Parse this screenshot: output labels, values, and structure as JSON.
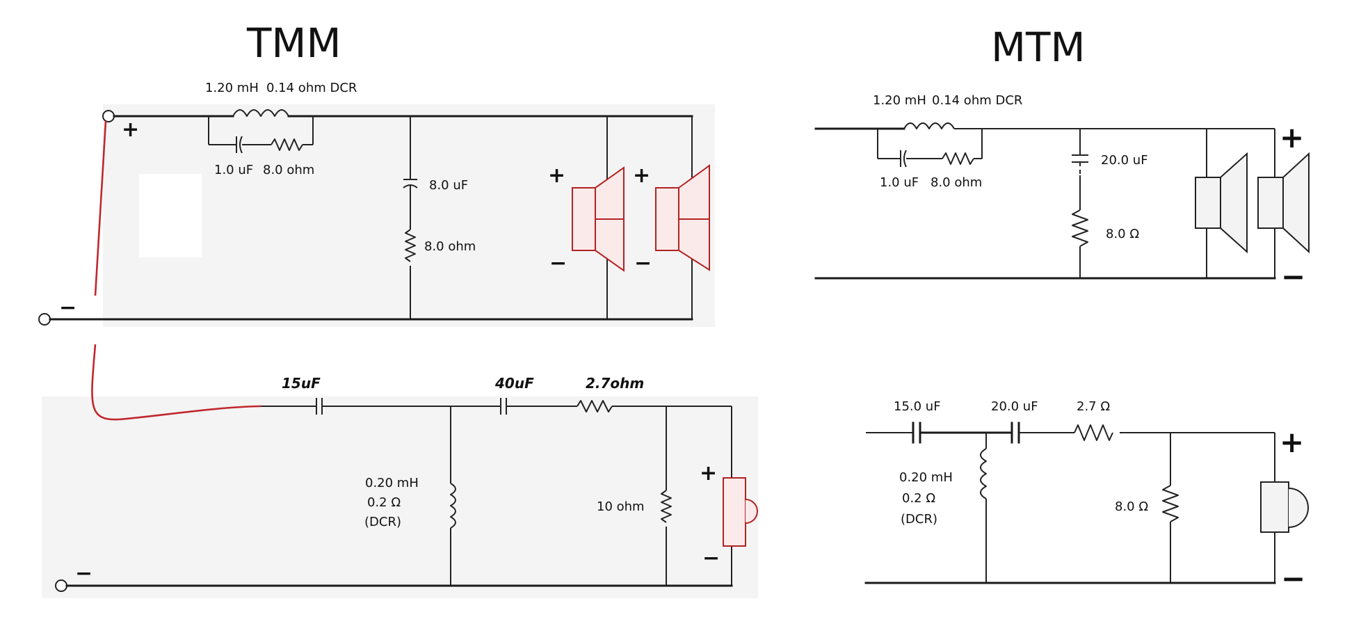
{
  "titles": {
    "left": "TMM",
    "right": "MTM"
  },
  "tmm": {
    "woofer": {
      "inductor": "1.20 mH",
      "dcr": "0.14 ohm DCR",
      "zobel_cap": "1.0 uF",
      "zobel_res": "8.0 ohm",
      "shunt_cap": "8.0 uF",
      "shunt_res": "8.0 ohm"
    },
    "tweeter": {
      "c1": "15uF",
      "c2": "40uF",
      "r_series": "2.7ohm",
      "inductor": "0.20 mH",
      "dcr": "0.2 Ω",
      "dcr_note": "(DCR)",
      "shunt_res": "10 ohm"
    }
  },
  "mtm": {
    "woofer": {
      "inductor": "1.20 mH",
      "dcr": "0.14 ohm DCR",
      "zobel_cap": "1.0 uF",
      "zobel_res": "8.0 ohm",
      "shunt_cap": "20.0 uF",
      "shunt_res": "8.0 Ω"
    },
    "tweeter": {
      "c1": "15.0 uF",
      "c2": "20.0 uF",
      "r_series": "2.7 Ω",
      "inductor": "0.20 mH",
      "dcr": "0.2 Ω",
      "dcr_note": "(DCR)",
      "shunt_res": "8.0 Ω"
    }
  },
  "signs": {
    "plus": "+",
    "minus": "−"
  },
  "colors": {
    "wire": "#1a1a1a",
    "wiring_red": "#c0272d",
    "speaker_red": "#b22222"
  }
}
